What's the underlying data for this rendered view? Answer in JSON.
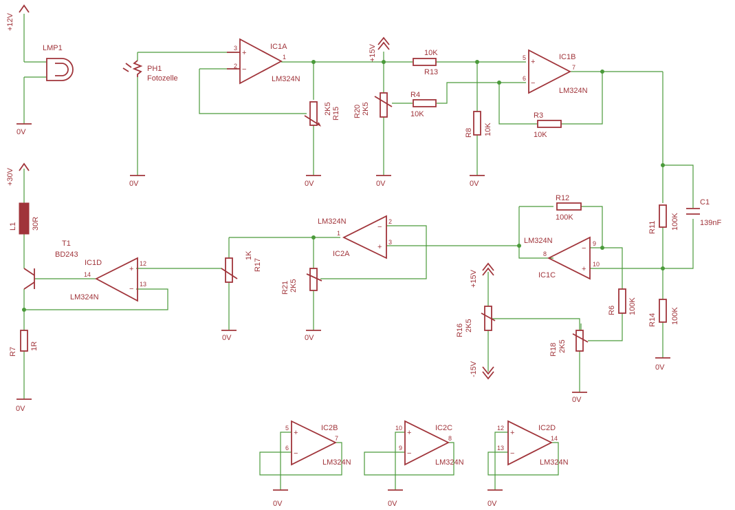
{
  "labels": {
    "v12": "+12V",
    "lmp1": "LMP1",
    "gnd": "0V",
    "ph1": "PH1",
    "ph1_desc": "Fotozelle",
    "ic1a": "IC1A",
    "ic1b": "IC1B",
    "ic1c": "IC1C",
    "ic1d": "IC1D",
    "ic2a": "IC2A",
    "ic2b": "IC2B",
    "ic2c": "IC2C",
    "ic2d": "IC2D",
    "lm324n": "LM324N",
    "v15": "+15V",
    "vm15": "-15V",
    "v30": "+30V",
    "r3": "R3",
    "r4": "R4",
    "r6": "R6",
    "r7": "R7",
    "r8": "R8",
    "r11": "R11",
    "r12": "R12",
    "r13": "R13",
    "r14": "R14",
    "r15": "R15",
    "r16": "R16",
    "r17": "R17",
    "r18": "R18",
    "r20": "R20",
    "r21": "R21",
    "v10k": "10K",
    "v100k": "100K",
    "v2k5": "2K5",
    "v1k": "1K",
    "v1r": "1R",
    "v30r": "30R",
    "c1": "C1",
    "c1v": "139nF",
    "l1": "L1",
    "t1": "T1",
    "t1v": "BD243",
    "plus": "+",
    "minus": "−",
    "p1": "1",
    "p2": "2",
    "p3": "3",
    "p5": "5",
    "p6": "6",
    "p7": "7",
    "p8": "8",
    "p9": "9",
    "p10": "10",
    "p12": "12",
    "p13": "13",
    "p14": "14"
  },
  "colors": {
    "wire": "#4a9a3a",
    "symbol": "#a0343a",
    "background": "#ffffff"
  }
}
